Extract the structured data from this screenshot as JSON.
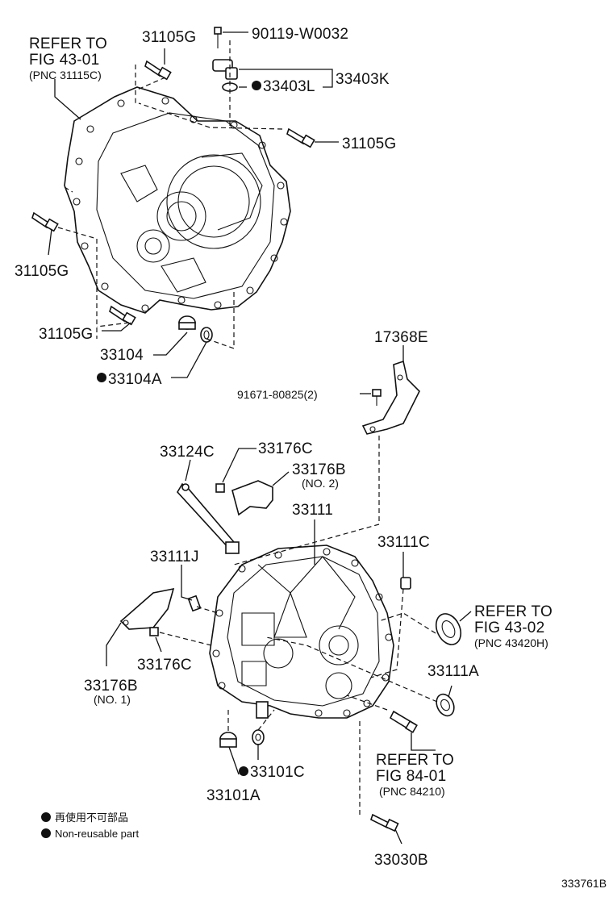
{
  "labels": {
    "refer_1": [
      "REFER TO",
      "FIG 43-01",
      "(PNC 31115C)"
    ],
    "p31105G_a": "31105G",
    "p90119": "90119-W0032",
    "p33403K": "33403K",
    "p33403L": "33403L",
    "p31105G_b": "31105G",
    "p31105G_c": "31105G",
    "p31105G_d": "31105G",
    "p33104": "33104",
    "p33104A": "33104A",
    "p17368E": "17368E",
    "p91671": "91671-80825(2)",
    "p33124C": "33124C",
    "p33176C_a": "33176C",
    "p33176B_a": "33176B",
    "p33176B_a_sub": "(NO. 2)",
    "p33111": "33111",
    "p33111J": "33111J",
    "p33111C": "33111C",
    "refer_2": [
      "REFER TO",
      "FIG 43-02",
      "(PNC 43420H)"
    ],
    "p33176C_b": "33176C",
    "p33111A": "33111A",
    "p33176B_b": "33176B",
    "p33176B_b_sub": "(NO. 1)",
    "p33101C": "33101C",
    "p33101A": "33101A",
    "refer_3": [
      "REFER TO",
      "FIG 84-01",
      "(PNC 84210)"
    ],
    "p33030B": "33030B"
  },
  "legend": {
    "jp": "再使用不可部品",
    "en": "Non-reusable part"
  },
  "figure_id": "333761B"
}
